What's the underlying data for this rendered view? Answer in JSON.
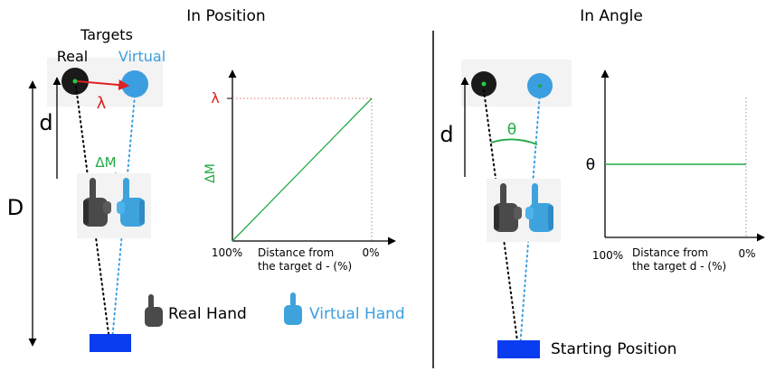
{
  "left_panel": {
    "title": "In Position",
    "targets_label": "Targets",
    "real_label": "Real",
    "virtual_label": "Virtual",
    "lambda_label": "λ",
    "d_label": "d",
    "D_label": "D",
    "delta_m_label": "ΔM"
  },
  "left_plot": {
    "y_label": "ΔM",
    "y_tick": "λ",
    "x_start": "100%",
    "x_end": "0%",
    "x_label_line1": "Distance from",
    "x_label_line2": "the target d - (%)",
    "series": {
      "type": "line",
      "x_percent": [
        100,
        0
      ],
      "y": [
        "0",
        "λ"
      ]
    }
  },
  "legend": {
    "real_hand": "Real Hand",
    "virtual_hand": "Virtual Hand",
    "starting_position": "Starting Position"
  },
  "right_panel": {
    "title": "In Angle",
    "d_label": "d",
    "theta_label": "θ"
  },
  "right_plot": {
    "y_tick": "θ",
    "x_start": "100%",
    "x_end": "0%",
    "x_label_line1": "Distance from",
    "x_label_line2": "the target d - (%)",
    "series": {
      "type": "line",
      "x_percent": [
        100,
        0
      ],
      "y": [
        "θ",
        "θ"
      ]
    }
  },
  "colors": {
    "real": "#1a1a1a",
    "virtual": "#3b9ee0",
    "error_arrow": "#e02020",
    "offset": "#22aa44",
    "start_block": "#0a3cf0",
    "hand_real": "#4a4a4a",
    "hand_virtual": "#3ea3dd"
  }
}
